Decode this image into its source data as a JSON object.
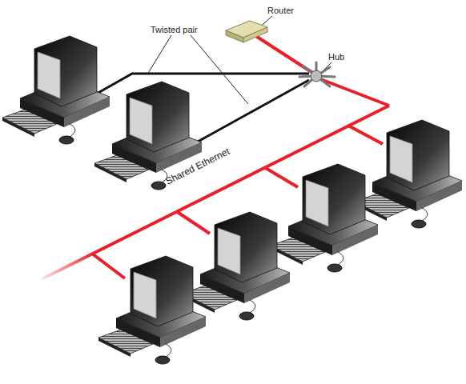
{
  "diagram": {
    "labels": [
      "Twisted pair",
      "Router",
      "Hub",
      "Shared Ethernet"
    ]
  }
}
